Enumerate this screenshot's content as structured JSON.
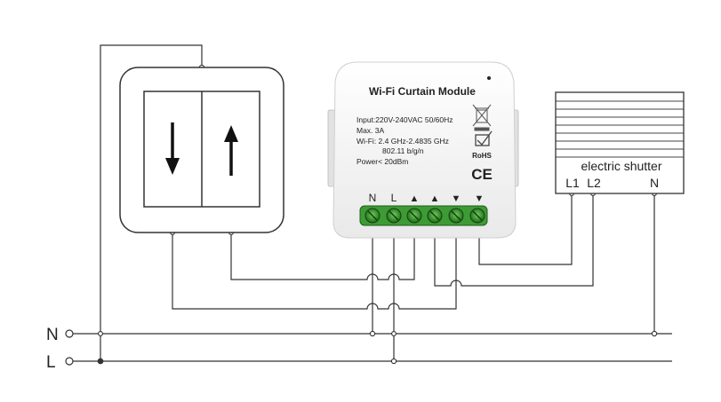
{
  "module": {
    "title": "Wi-Fi Curtain Module",
    "specs": [
      "Input:220V-240VAC 50/60Hz",
      "Max. 3A",
      "Wi-Fi: 2.4 GHz-2.4835 GHz",
      "802.11 b/g/n",
      "Power< 20dBm"
    ],
    "cert_marks": [
      "RoHS",
      "CE"
    ],
    "terminals": [
      "N",
      "L",
      "▲",
      "▲",
      "▼",
      "▼"
    ]
  },
  "shutter": {
    "label": "electric shutter",
    "terminals": [
      "L1",
      "L2",
      "N"
    ]
  },
  "supply": {
    "lines": [
      "N",
      "L"
    ]
  },
  "switch": {
    "buttons": [
      "down-arrow",
      "up-arrow"
    ]
  },
  "colors": {
    "wire": "#333333",
    "terminal_block": "#3d9b35",
    "module_body": "#f3f3f3"
  }
}
